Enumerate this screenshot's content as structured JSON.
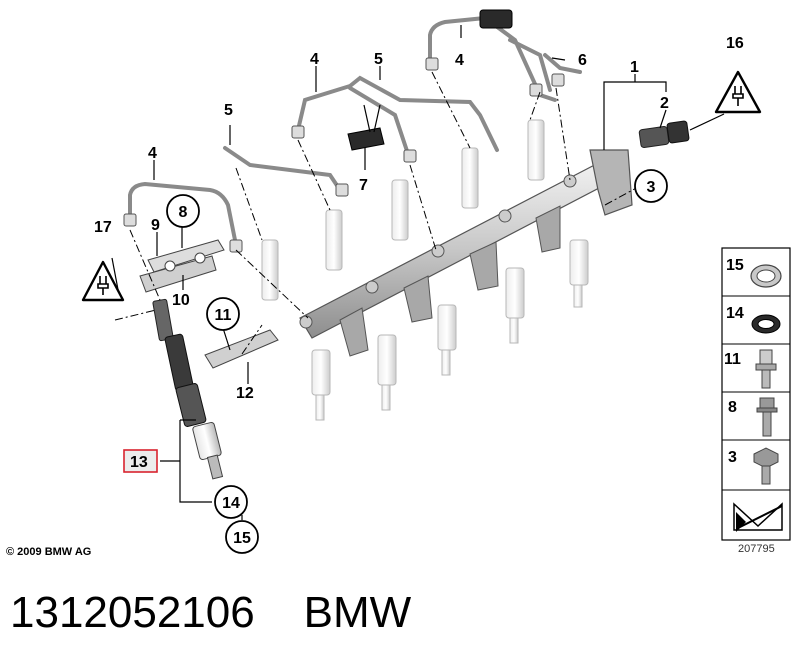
{
  "diagram": {
    "callouts": {
      "c1": "1",
      "c2": "2",
      "c4a": "4",
      "c4b": "4",
      "c4c": "4",
      "c5a": "5",
      "c5b": "5",
      "c6": "6",
      "c7": "7",
      "c9": "9",
      "c10": "10",
      "c12": "12",
      "c16": "16",
      "c17": "17",
      "c13": "13"
    },
    "circled": {
      "c3": "3",
      "c8": "8",
      "c11": "11",
      "c14": "14",
      "c15": "15"
    },
    "highlight_color": "#d9232e",
    "copyright": "© 2009 BMW AG",
    "image_number": "207795",
    "warning_icon": "warning-triangle-plug-icon"
  },
  "legend": {
    "items": [
      {
        "num": "15",
        "icon": "seal-ring-icon"
      },
      {
        "num": "14",
        "icon": "o-ring-icon"
      },
      {
        "num": "11",
        "icon": "screw-icon"
      },
      {
        "num": "8",
        "icon": "bolt-icon"
      },
      {
        "num": "3",
        "icon": "hex-bolt-icon"
      }
    ],
    "arrow_icon": "next-arrow-icon"
  },
  "footer": {
    "part_number": "1312052106",
    "brand": "BMW"
  }
}
